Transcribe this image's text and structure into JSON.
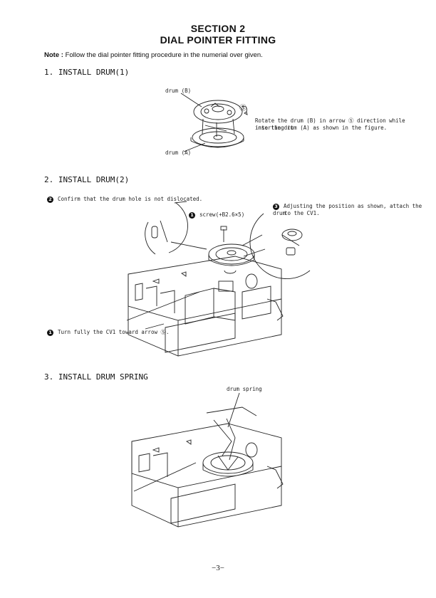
{
  "header": {
    "section": "SECTION 2",
    "title": "DIAL POINTER FITTING"
  },
  "note": {
    "label": "Note",
    "text": "Follow the dial pointer fitting procedure in the numerial over given."
  },
  "step1": {
    "heading": "1. INSTALL DRUM(1)",
    "label_b": "drum (B)",
    "label_a": "drum (A)",
    "callout_symbol": "Ⓢ",
    "instruction_line1": "Rotate the drum (B) in arrow Ⓢ direction while inserting it",
    "instruction_line2": "into the drum (A) as shown in the figure."
  },
  "step2": {
    "heading": "2. INSTALL DRUM(2)",
    "item1_num": "1",
    "item1_text": "Turn fully the CV1 toward arrow Ⓢ.",
    "item2_num": "2",
    "item2_text": "Confirm that the drum hole is not dislocated.",
    "item3_num": "3",
    "item3_line1": "Adjusting the position as shown, attach the drum",
    "item3_line2": "to the CV1.",
    "screw_num": "1",
    "screw_label": "screw(+B2.6×5)"
  },
  "step3": {
    "heading": "3. INSTALL DRUM SPRING",
    "spring_label": "drum spring"
  },
  "footer": {
    "page": "−3−"
  }
}
